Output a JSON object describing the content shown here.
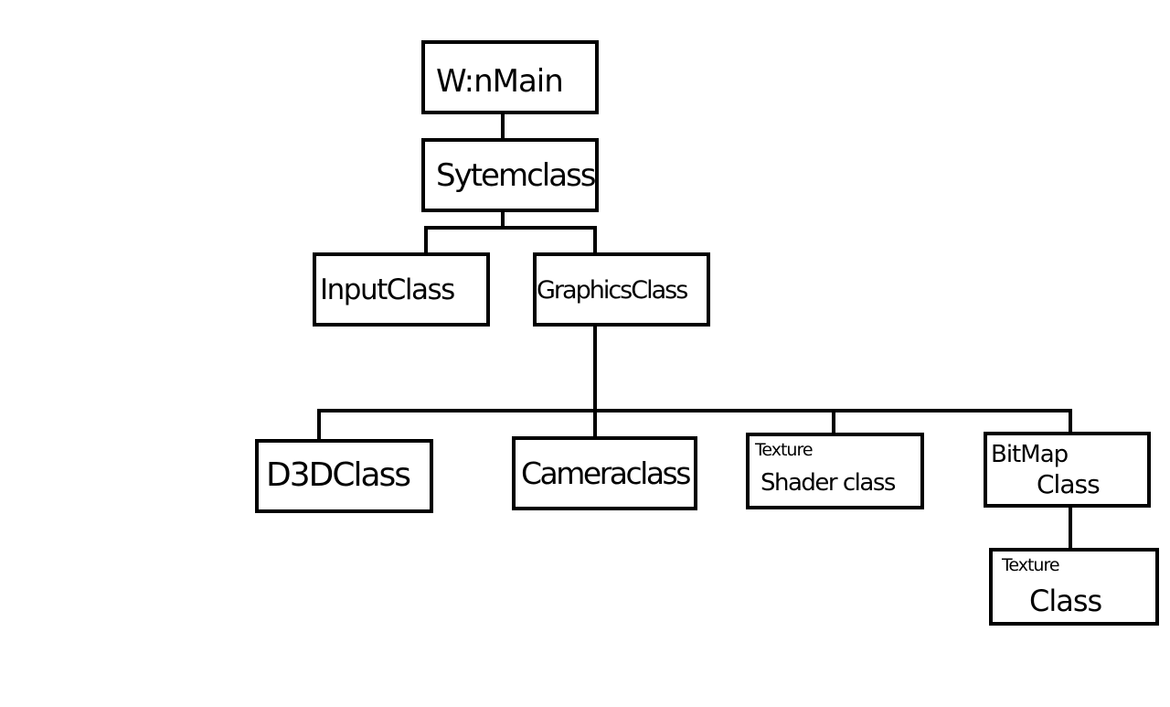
{
  "colors": {
    "background": "#ffffff",
    "stroke": "#000000"
  },
  "nodes": {
    "winmain": "W:nMain",
    "systemclass": "Sytemclass",
    "inputclass": "InputClass",
    "graphicsclass": "GraphicsClass",
    "d3dclass": "D3DClass",
    "cameraclass": "Cameraclass",
    "textureshaderclass": {
      "line1": "Texture",
      "line2": "Shader class"
    },
    "bitmapclass": {
      "line1": "BitMap",
      "line2": "Class"
    },
    "textureclass": {
      "line1": "Texture",
      "line2": "Class"
    }
  }
}
